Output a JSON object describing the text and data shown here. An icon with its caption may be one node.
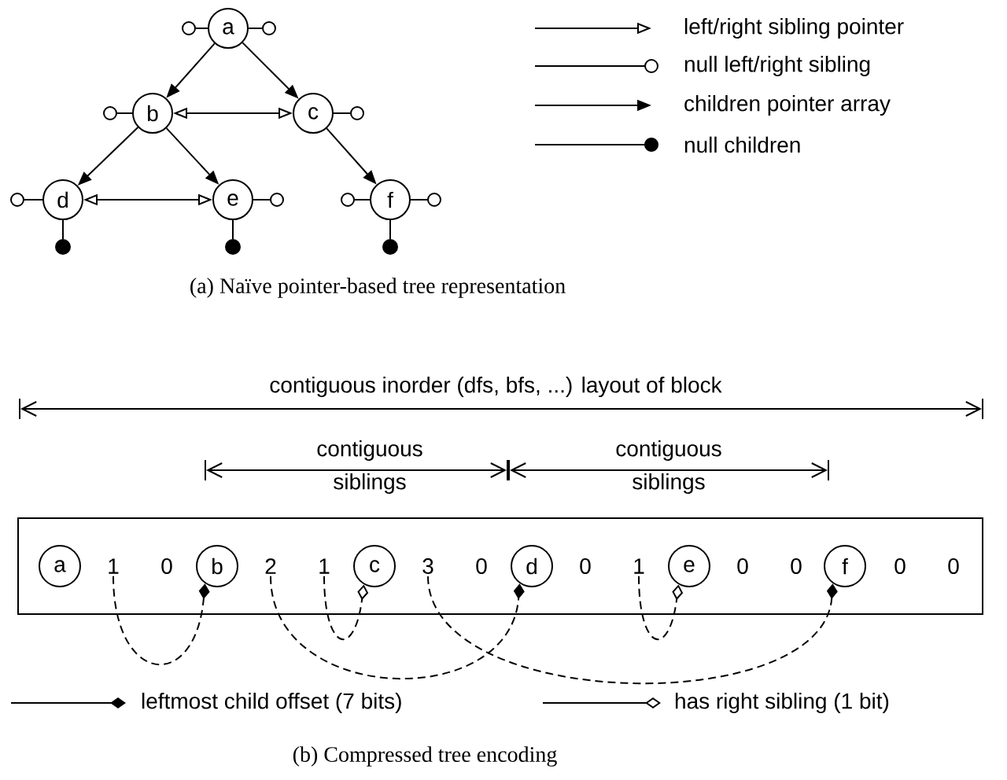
{
  "diagram": {
    "nodes": [
      {
        "text": [
          "a"
        ]
      },
      {
        "text": [
          "b"
        ]
      },
      {
        "text": [
          "c"
        ]
      },
      {
        "text": [
          "d"
        ]
      },
      {
        "text": [
          "e"
        ]
      },
      {
        "text": [
          "f"
        ]
      },
      {
        "text": [],
        "shape": "circle"
      },
      {
        "text": [],
        "shape": "circle"
      },
      {
        "text": [],
        "shape": "circle"
      },
      {
        "text": [],
        "shape": "circle"
      },
      {
        "text": [],
        "shape": "circle"
      },
      {
        "text": [],
        "shape": "circle"
      },
      {
        "text": [],
        "shape": "circle"
      },
      {
        "text": [],
        "shape": "circle"
      },
      {
        "text": [],
        "shape": "dot"
      },
      {
        "text": [],
        "shape": "dot"
      },
      {
        "text": [],
        "shape": "dot"
      },
      {
        "text": [],
        "shape": "box"
      },
      {
        "text": [
          "a"
        ],
        "in": 17
      },
      {
        "text": [
          "1"
        ],
        "in": 17
      },
      {
        "text": [
          "b"
        ],
        "in": 17
      },
      {
        "text": [
          "2"
        ],
        "in": 17
      },
      {
        "text": [
          "1"
        ],
        "in": 17
      },
      {
        "text": [
          "c"
        ],
        "in": 17
      },
      {
        "text": [
          "3"
        ],
        "in": 17
      },
      {
        "text": [
          "d"
        ],
        "in": 17
      },
      {
        "text": [
          "1"
        ],
        "in": 17
      },
      {
        "text": [
          "e"
        ],
        "in": 17
      },
      {
        "text": [
          "f"
        ],
        "in": 17
      }
    ],
    "edges": [
      {
        "from": 0,
        "to": 1,
        "arrow": "to"
      },
      {
        "from": 0,
        "to": 2,
        "arrow": "to"
      },
      {
        "from": 1,
        "to": 2,
        "arrow": "both"
      },
      {
        "from": 1,
        "to": 3,
        "arrow": "to"
      },
      {
        "from": 1,
        "to": 4,
        "arrow": "to"
      },
      {
        "from": 2,
        "to": 5,
        "arrow": "to"
      },
      {
        "from": 3,
        "to": 4,
        "arrow": "both"
      },
      {
        "from": 0,
        "to": 6,
        "arrow": "none"
      },
      {
        "from": 0,
        "to": 7,
        "arrow": "none"
      },
      {
        "from": 1,
        "to": 8,
        "arrow": "none"
      },
      {
        "from": 2,
        "to": 9,
        "arrow": "none"
      },
      {
        "from": 3,
        "to": 10,
        "arrow": "none"
      },
      {
        "from": 4,
        "to": 11,
        "arrow": "none"
      },
      {
        "from": 5,
        "to": 12,
        "arrow": "none"
      },
      {
        "from": 5,
        "to": 13,
        "arrow": "none"
      },
      {
        "from": 3,
        "to": 14,
        "arrow": "none"
      },
      {
        "from": 4,
        "to": 15,
        "arrow": "none"
      },
      {
        "from": 5,
        "to": 16,
        "arrow": "none"
      },
      {
        "from": 19,
        "to": 20,
        "arrow": "other",
        "style": "dashed"
      },
      {
        "from": 21,
        "to": 25,
        "arrow": "other",
        "style": "dashed"
      },
      {
        "from": 22,
        "to": 23,
        "arrow": "other",
        "style": "dashed"
      },
      {
        "from": 24,
        "to": 28,
        "arrow": "other",
        "style": "dashed"
      },
      {
        "from": 26,
        "to": 27,
        "arrow": "other",
        "style": "dashed"
      }
    ],
    "labels": [
      "(a) Naïve pointer-based tree representation",
      "contiguous inorder (dfs, bfs, ...) layout of block",
      "contiguous siblings",
      "contiguous siblings",
      "0",
      "0",
      "0",
      "0",
      "0",
      "0",
      "0",
      "(b) Compressed tree encoding"
    ],
    "legend": [
      {
        "text": "left/right sibling pointer"
      },
      {
        "text": "null left/right sibling"
      },
      {
        "text": "children pointer array"
      },
      {
        "text": "null children"
      },
      {
        "text": "leftmost child offset (7 bits)"
      },
      {
        "text": "has right sibling (1 bit)"
      }
    ]
  }
}
